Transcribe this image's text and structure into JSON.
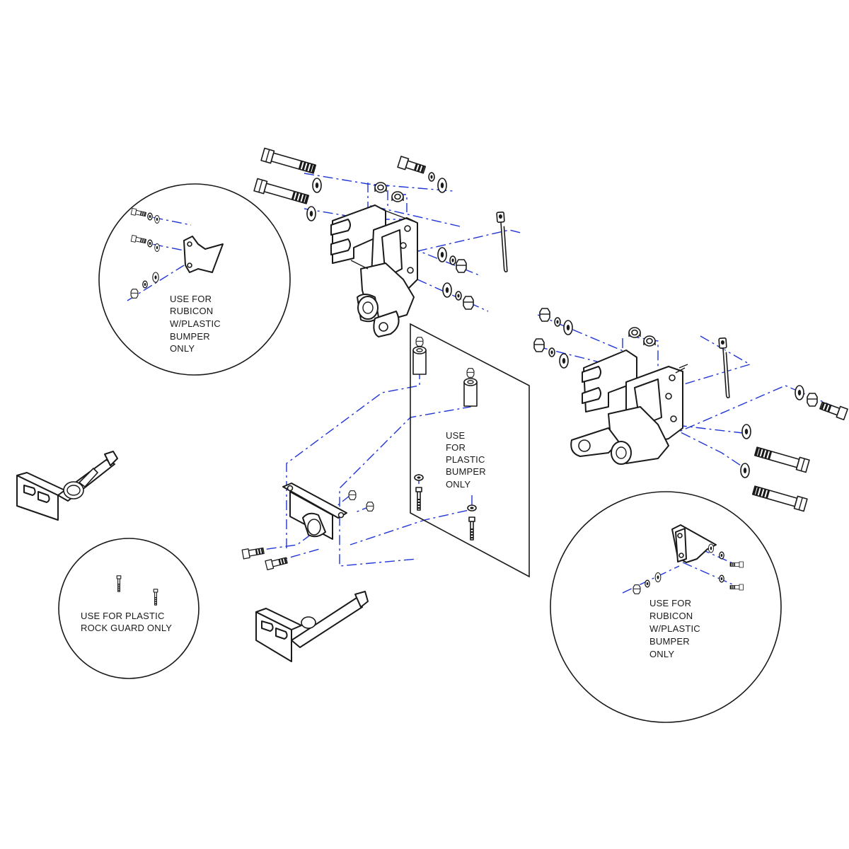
{
  "diagram": {
    "line_color": "#1a1a1a",
    "centerline_color": "#1f35d6",
    "notes": {
      "top_left_circle": [
        "USE FOR",
        "RUBICON",
        "W/PLASTIC",
        "BUMPER",
        "ONLY"
      ],
      "center_panel": [
        "USE",
        "FOR",
        "PLASTIC",
        "BUMPER",
        "ONLY"
      ],
      "bottom_left_circle": [
        "USE FOR PLASTIC",
        "ROCK GUARD ONLY"
      ],
      "bottom_right_circle": [
        "USE FOR",
        "RUBICON",
        "W/PLASTIC",
        "BUMPER",
        "ONLY"
      ]
    }
  }
}
